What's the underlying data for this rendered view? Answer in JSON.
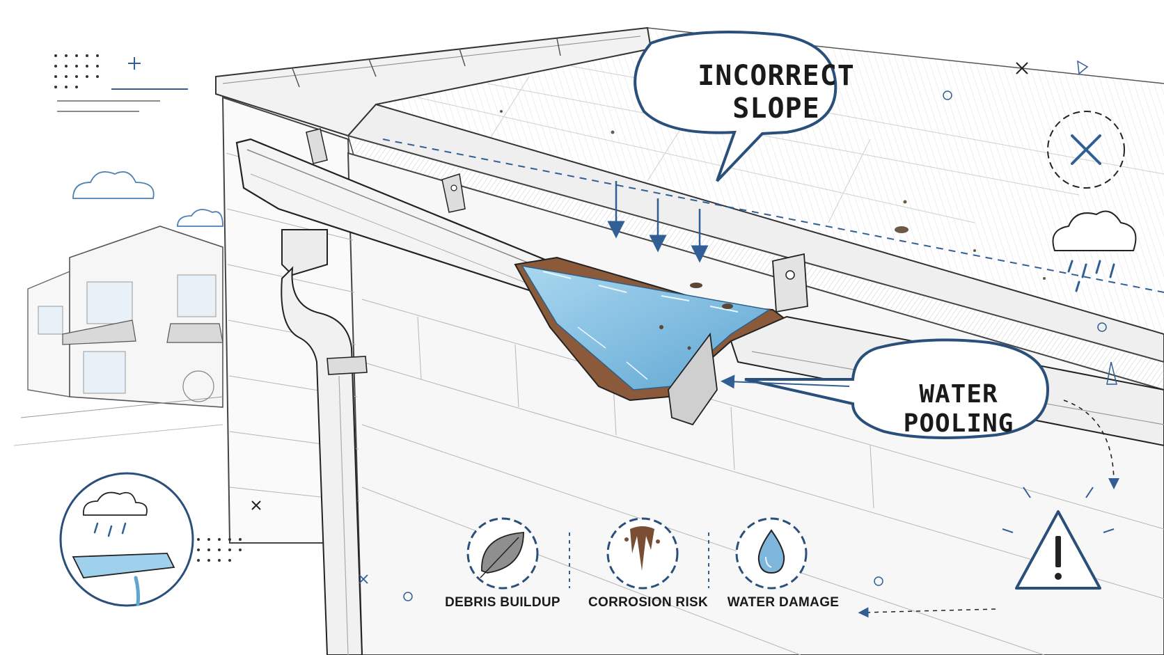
{
  "callouts": {
    "slope": {
      "line1": "INCORRECT",
      "line2": "SLOPE"
    },
    "pooling": {
      "line1": "WATER",
      "line2": "POOLING"
    }
  },
  "badges": {
    "debris": "DEBRIS BUILDUP",
    "corrosion": "CORROSION RISK",
    "water_damage": "WATER DAMAGE"
  },
  "icons": {
    "leaf": "leaf-icon",
    "rust": "rust-drip-icon",
    "drop": "water-drop-icon",
    "warning": "warning-triangle-icon",
    "close": "x-circle-icon",
    "rain": "rain-cloud-icon"
  },
  "colors": {
    "ink": "#2a2a2a",
    "accent_blue": "#3b6ea5",
    "water": "#8cc6e6",
    "rust": "#8a5a3a"
  }
}
